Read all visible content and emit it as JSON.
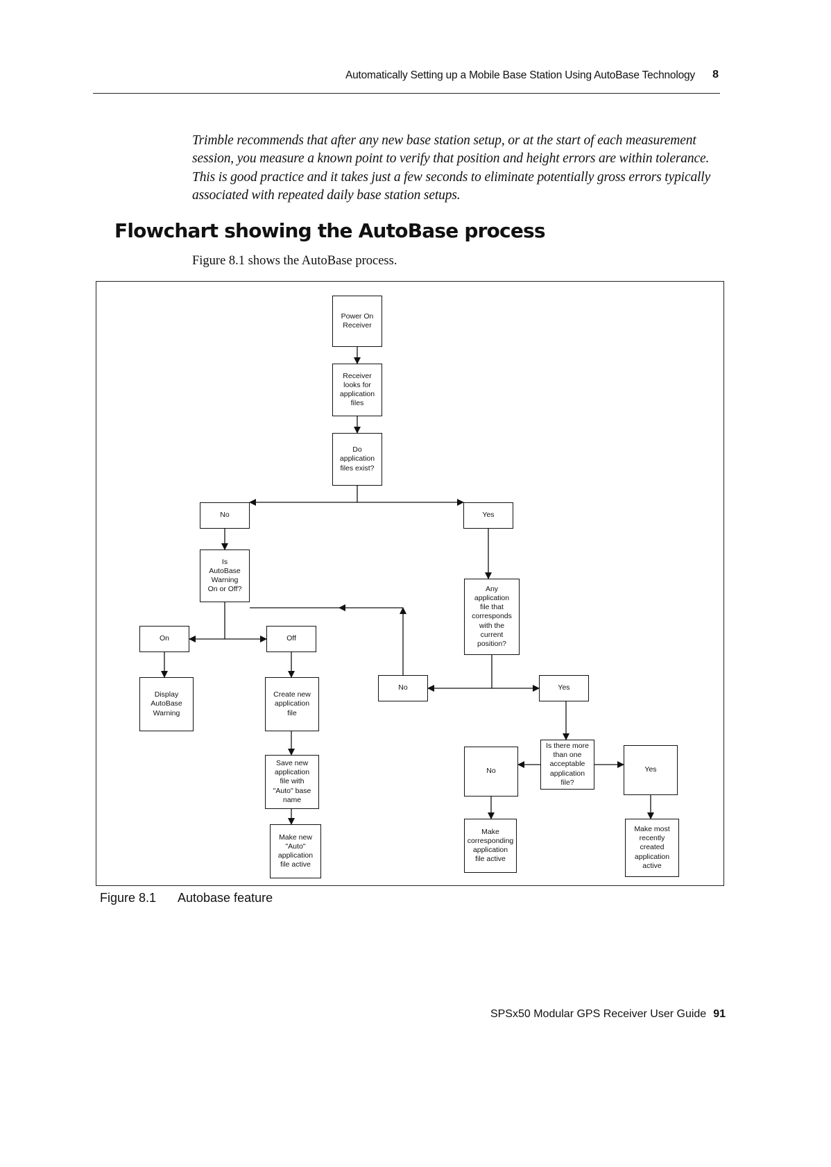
{
  "header": {
    "title": "Automatically Setting up a Mobile Base Station Using AutoBase Technology",
    "chapter": "8"
  },
  "note": "Trimble recommends that after any new base station setup, or at the start of each measurement session, you measure a known point to verify that position and height errors are within tolerance. This is good practice and it takes just a few seconds to eliminate potentially gross errors typically associated with repeated daily base station setups.",
  "section": {
    "heading": "Flowchart showing the AutoBase process",
    "intro": "Figure 8.1 shows the AutoBase process."
  },
  "flowchart": {
    "nodes": [
      {
        "id": "power-on",
        "text": "Power On\nReceiver"
      },
      {
        "id": "looks-for-files",
        "text": "Receiver\nlooks for\napplication\nfiles"
      },
      {
        "id": "files-exist",
        "text": "Do\napplication\nfiles exist?"
      },
      {
        "id": "no-files",
        "text": "No"
      },
      {
        "id": "yes-files",
        "text": "Yes"
      },
      {
        "id": "warning-state",
        "text": "Is\nAutoBase\nWarning\nOn or Off?"
      },
      {
        "id": "warning-on",
        "text": "On"
      },
      {
        "id": "warning-off",
        "text": "Off"
      },
      {
        "id": "display-warning",
        "text": "Display\nAutoBase\nWarning"
      },
      {
        "id": "create-file",
        "text": "Create new\napplication\nfile"
      },
      {
        "id": "save-file",
        "text": "Save new\napplication\nfile with\n\"Auto\" base\nname"
      },
      {
        "id": "make-auto-active",
        "text": "Make new\n\"Auto\"\napplication\nfile active"
      },
      {
        "id": "corresponds",
        "text": "Any\napplication\nfile that\ncorresponds\nwith the\ncurrent\nposition?"
      },
      {
        "id": "no-match",
        "text": "No"
      },
      {
        "id": "yes-match",
        "text": "Yes"
      },
      {
        "id": "more-than-one",
        "text": "Is there more\nthan one\nacceptable\napplication\nfile?"
      },
      {
        "id": "no-multiple",
        "text": "No"
      },
      {
        "id": "yes-multiple",
        "text": "Yes"
      },
      {
        "id": "make-corresponding-active",
        "text": "Make\ncorresponding\napplication\nfile active"
      },
      {
        "id": "make-recent-active",
        "text": "Make most\nrecently\ncreated\napplication\nactive"
      }
    ]
  },
  "caption": {
    "number": "Figure 8.1",
    "text": "Autobase feature"
  },
  "footer": {
    "title": "SPSx50 Modular GPS Receiver User Guide",
    "page": "91"
  }
}
